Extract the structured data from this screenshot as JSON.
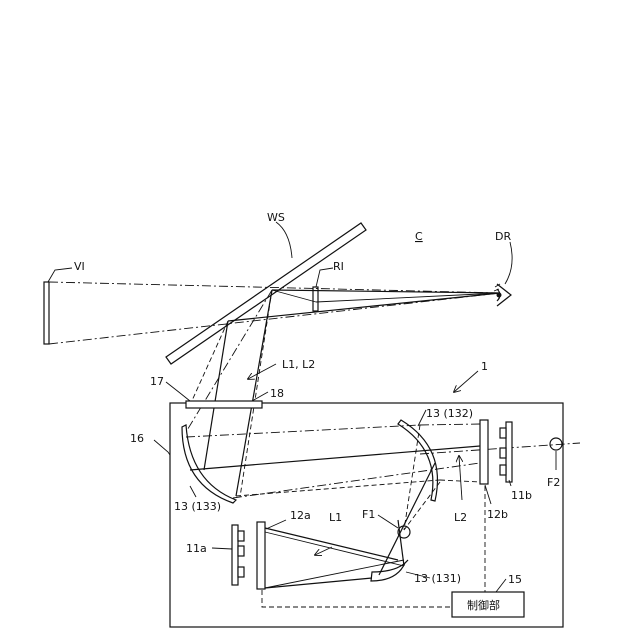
{
  "labels": {
    "ws": "WS",
    "c": "C",
    "dr": "DR",
    "vi": "VI",
    "ri": "RI",
    "l1_l2": "L1, L2",
    "device": "1",
    "n17": "17",
    "n18": "18",
    "n16": "16",
    "m133": "13 (133)",
    "m132": "13 (132)",
    "m131": "13 (131)",
    "l1": "L1",
    "l2": "L2",
    "f1": "F1",
    "f2": "F2",
    "n12a": "12a",
    "n11a": "11a",
    "n12b": "12b",
    "n11b": "11b",
    "n15": "15",
    "controller": "制御部"
  }
}
